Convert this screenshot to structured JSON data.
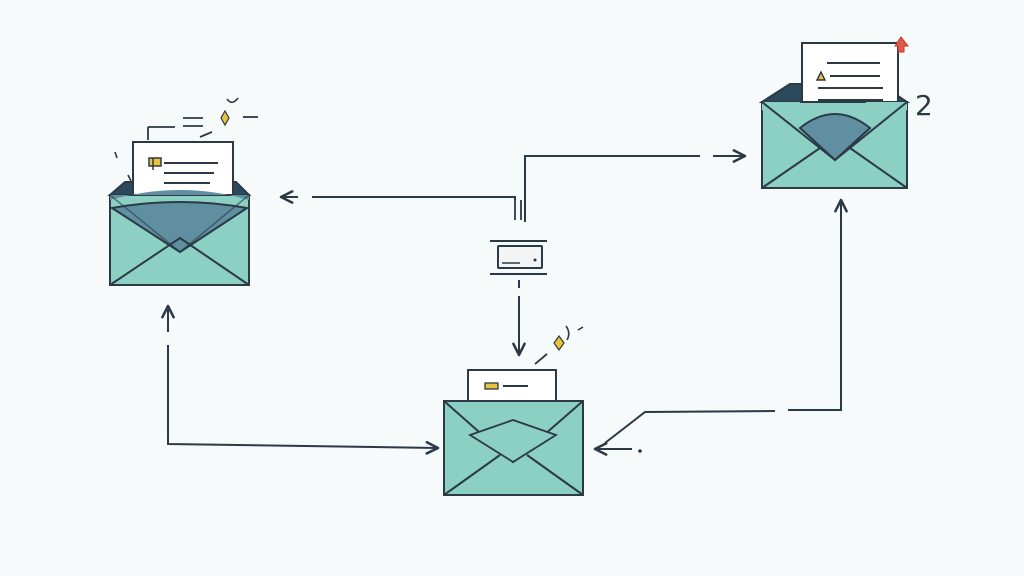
{
  "diagram": {
    "nodes": [
      {
        "id": "left-envelope",
        "kind": "open-envelope-with-letter"
      },
      {
        "id": "top-right-envelope",
        "kind": "open-envelope-with-letter",
        "flag": "red-upload-arrow"
      },
      {
        "id": "bottom-envelope",
        "kind": "open-envelope-with-letter"
      },
      {
        "id": "router",
        "kind": "small-hub-box"
      }
    ],
    "badge_text": "2",
    "colors": {
      "background": "#f7fafa",
      "envelope_fill": "#8ccfc3",
      "envelope_inner": "#5f8fa0",
      "stroke": "#2b3a46",
      "paper": "#ffffff",
      "spark": "#e8c33d",
      "flag": "#e0594a"
    }
  }
}
